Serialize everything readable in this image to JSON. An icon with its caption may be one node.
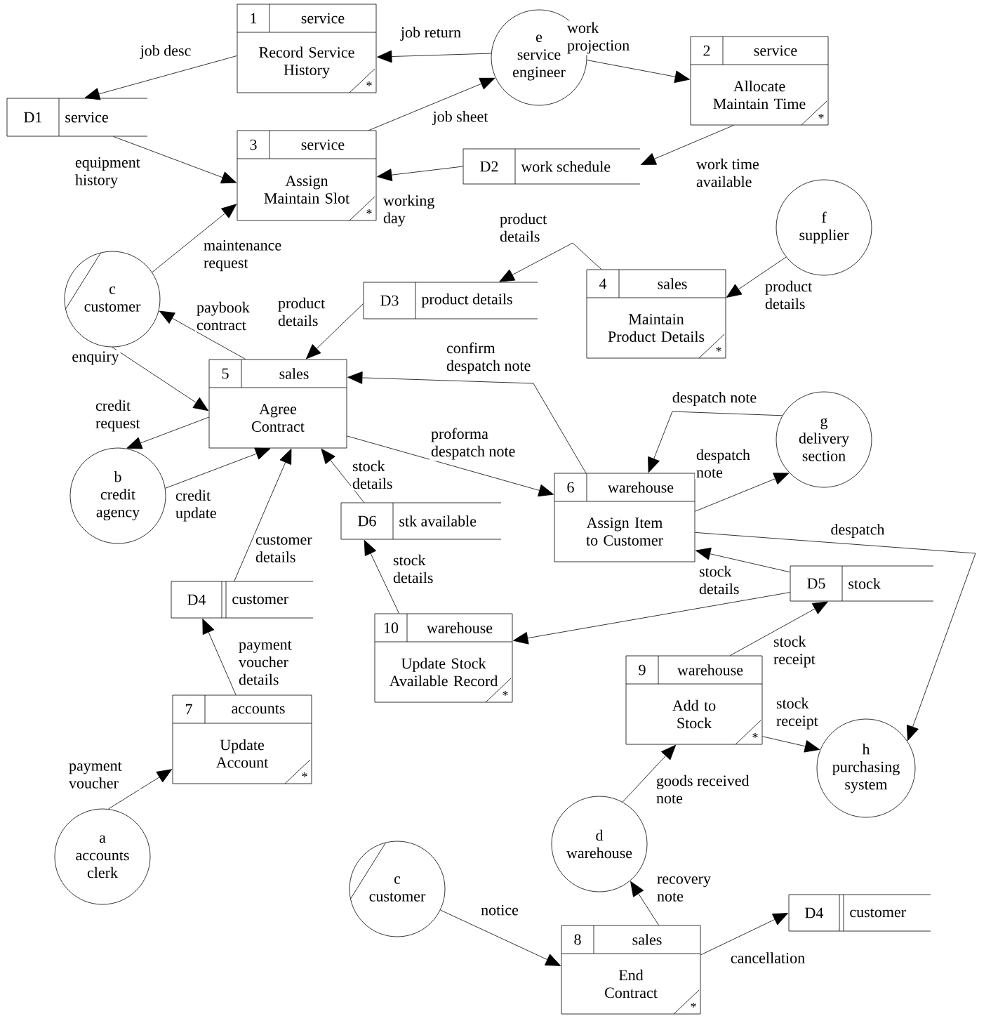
{
  "diagram": {
    "nodes": [
      {
        "text": [
          "1",
          "service",
          "Record Service History",
          "*"
        ]
      },
      {
        "text": [
          "e",
          "service engineer"
        ]
      },
      {
        "text": [
          "2",
          "service",
          "Allocate Maintain Time",
          "*"
        ]
      },
      {
        "text": [
          "D1",
          "service"
        ]
      },
      {
        "text": [
          "3",
          "service",
          "Assign Maintain Slot",
          "*"
        ]
      },
      {
        "text": [
          "D2",
          "work schedule"
        ]
      },
      {
        "text": [
          "f",
          "supplier"
        ]
      },
      {
        "text": [
          "c",
          "customer"
        ]
      },
      {
        "text": [
          "D3",
          "product details"
        ]
      },
      {
        "text": [
          "4",
          "sales",
          "Maintain Product Details",
          "*"
        ]
      },
      {
        "text": [
          "5",
          "sales",
          "Agree Contract"
        ]
      },
      {
        "text": [
          "g",
          "delivery section"
        ]
      },
      {
        "text": [
          "b",
          "credit agency"
        ]
      },
      {
        "text": [
          "6",
          "warehouse",
          "Assign Item to Customer"
        ]
      },
      {
        "text": [
          "D6",
          "stk available"
        ]
      },
      {
        "text": [
          "D5",
          "stock"
        ]
      },
      {
        "text": [
          "D4",
          "customer"
        ]
      },
      {
        "text": [
          "10",
          "warehouse",
          "Update Stock Available Record",
          "*"
        ]
      },
      {
        "text": [
          "9",
          "warehouse",
          "Add to Stock",
          "*"
        ]
      },
      {
        "text": [
          "7",
          "accounts",
          "Update Account",
          "*"
        ]
      },
      {
        "text": [
          "h",
          "purchasing system"
        ]
      },
      {
        "text": [
          "a",
          "accounts clerk"
        ]
      },
      {
        "text": [
          "d",
          "warehouse"
        ]
      },
      {
        "text": [
          "c",
          "customer"
        ]
      },
      {
        "text": [
          "D4",
          "customer"
        ]
      },
      {
        "text": [
          "8",
          "sales",
          "End Contract",
          "*"
        ]
      }
    ],
    "edges": [
      {
        "from": 0,
        "to": 3,
        "arrow": "to",
        "label": "job desc"
      },
      {
        "from": 1,
        "to": 0,
        "arrow": "to",
        "label": "job return"
      },
      {
        "from": 1,
        "to": 2,
        "arrow": "to",
        "label": "work projection"
      },
      {
        "from": 4,
        "to": 1,
        "arrow": "to",
        "label": "job sheet"
      },
      {
        "from": 3,
        "to": 4,
        "arrow": "to",
        "label": "equipment history"
      },
      {
        "from": 5,
        "to": 4,
        "arrow": "to",
        "label": "working day"
      },
      {
        "from": 2,
        "to": 5,
        "arrow": "to",
        "label": "work time available"
      },
      {
        "from": 7,
        "to": 4,
        "arrow": "to",
        "label": "maintenance request"
      },
      {
        "from": 10,
        "to": 7,
        "arrow": "to",
        "label": "paybook contract"
      },
      {
        "from": 8,
        "to": 10,
        "arrow": "to",
        "label": "product details"
      },
      {
        "from": 9,
        "to": 8,
        "arrow": "to",
        "label": "product details"
      },
      {
        "from": 6,
        "to": 9,
        "arrow": "to",
        "label": "product details"
      },
      {
        "from": 7,
        "to": 10,
        "arrow": "to",
        "label": "enquiry"
      },
      {
        "from": 13,
        "to": 10,
        "arrow": "to",
        "label": "confirm despatch note"
      },
      {
        "from": 10,
        "to": 13,
        "arrow": "to",
        "label": "proforma despatch note"
      },
      {
        "from": 10,
        "to": 12,
        "arrow": "to",
        "label": "credit request"
      },
      {
        "from": 12,
        "to": 10,
        "arrow": "to",
        "label": "credit update"
      },
      {
        "from": 14,
        "to": 10,
        "arrow": "to",
        "label": "stock details"
      },
      {
        "from": 16,
        "to": 10,
        "arrow": "to",
        "label": "customer details"
      },
      {
        "from": 17,
        "to": 14,
        "arrow": "to",
        "label": "stock details"
      },
      {
        "from": 19,
        "to": 16,
        "arrow": "to",
        "label": "payment voucher details"
      },
      {
        "from": 21,
        "to": 19,
        "arrow": "to",
        "label": "payment voucher"
      },
      {
        "from": 11,
        "to": 13,
        "arrow": "to",
        "label": "despatch note"
      },
      {
        "from": 13,
        "to": 11,
        "arrow": "to",
        "label": "despatch note"
      },
      {
        "from": 13,
        "to": 20,
        "arrow": "to",
        "label": "despatch"
      },
      {
        "from": 15,
        "to": 13,
        "arrow": "to"
      },
      {
        "from": 15,
        "to": 17,
        "arrow": "to",
        "label": "stock details"
      },
      {
        "from": 18,
        "to": 15,
        "arrow": "to",
        "label": "stock receipt"
      },
      {
        "from": 18,
        "to": 20,
        "arrow": "to",
        "label": "stock receipt"
      },
      {
        "from": 22,
        "to": 18,
        "arrow": "to",
        "label": "goods received note"
      },
      {
        "from": 25,
        "to": 22,
        "arrow": "to",
        "label": "recovery note"
      },
      {
        "from": 23,
        "to": 25,
        "arrow": "to",
        "label": "notice"
      },
      {
        "from": 25,
        "to": 24,
        "arrow": "to",
        "label": "cancellation"
      }
    ]
  }
}
